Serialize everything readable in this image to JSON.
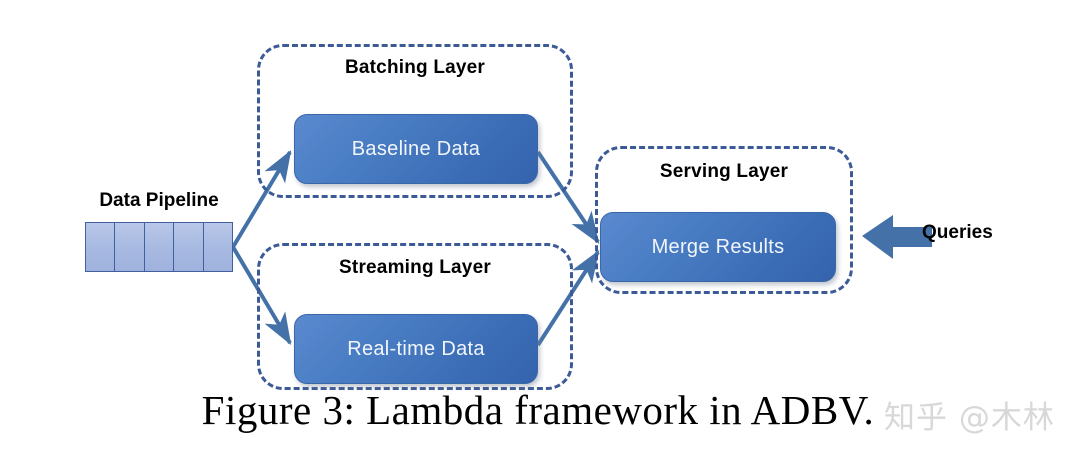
{
  "figure": {
    "caption": "Figure 3: Lambda framework in ADBV.",
    "watermark": "知乎 @木林"
  },
  "pipeline": {
    "label": "Data Pipeline",
    "segment_count": 5
  },
  "layers": [
    {
      "id": "batching",
      "title": "Batching Layer",
      "box_label": "Baseline Data"
    },
    {
      "id": "streaming",
      "title": "Streaming Layer",
      "box_label": "Real-time Data"
    },
    {
      "id": "serving",
      "title": "Serving Layer",
      "box_label": "Merge Results"
    }
  ],
  "queries": {
    "label": "Queries",
    "arrow_direction": "left"
  },
  "colors": {
    "process_box_blue": "#4a7ec4",
    "dashed_border_blue": "#3c5a96",
    "pipeline_fill": "#a8bae2",
    "connector_blue": "#4472a8",
    "queries_arrow": "#4472a8",
    "caption_text": "#000000",
    "watermark_gray": "#d8d8d8"
  }
}
